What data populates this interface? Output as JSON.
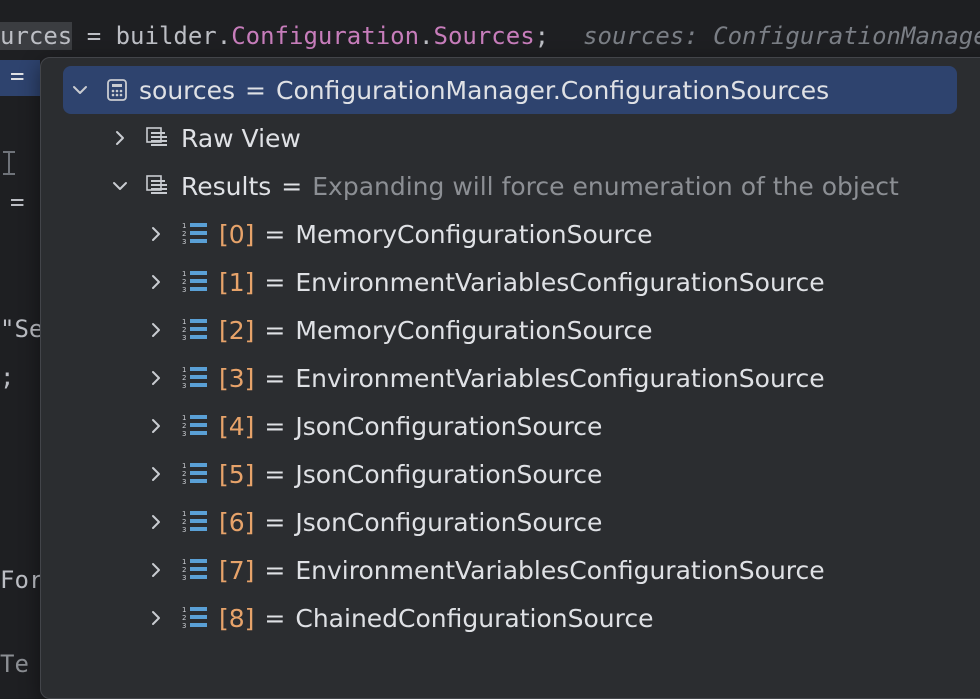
{
  "editor": {
    "line1": {
      "ident": "urces",
      "assign": " = builder.",
      "member1": "Configuration",
      "dot": ".",
      "member2": "Sources",
      "semi": ";",
      "hint": "sources: ConfigurationManager"
    },
    "line2_eq": "=",
    "line4_eq": "=",
    "string_frag": "\"Se",
    "semi_frag": ";",
    "for_frag": "For",
    "te_frag": "Te"
  },
  "popup": {
    "root": {
      "name": "sources",
      "eq": "=",
      "value": "ConfigurationManager.ConfigurationSources"
    },
    "raw_view": {
      "label": "Raw View"
    },
    "results": {
      "label": "Results",
      "eq": "=",
      "hint": "Expanding will force enumeration of the object"
    },
    "items": [
      {
        "index": "[0]",
        "eq": "=",
        "value": "MemoryConfigurationSource"
      },
      {
        "index": "[1]",
        "eq": "=",
        "value": "EnvironmentVariablesConfigurationSource"
      },
      {
        "index": "[2]",
        "eq": "=",
        "value": "MemoryConfigurationSource"
      },
      {
        "index": "[3]",
        "eq": "=",
        "value": "EnvironmentVariablesConfigurationSource"
      },
      {
        "index": "[4]",
        "eq": "=",
        "value": "JsonConfigurationSource"
      },
      {
        "index": "[5]",
        "eq": "=",
        "value": "JsonConfigurationSource"
      },
      {
        "index": "[6]",
        "eq": "=",
        "value": "JsonConfigurationSource"
      },
      {
        "index": "[7]",
        "eq": "=",
        "value": "EnvironmentVariablesConfigurationSource"
      },
      {
        "index": "[8]",
        "eq": "=",
        "value": "ChainedConfigurationSource"
      }
    ]
  },
  "colors": {
    "background": "#1e1f22",
    "popup": "#2b2d30",
    "selection": "#2e436e",
    "index_orange": "#e7a36a",
    "hint_gray": "#8c8f94",
    "member_purple": "#c77dbb"
  },
  "icons": {
    "root": "calculator-object-icon",
    "raw_view": "stack-list-icon",
    "results": "stack-list-icon",
    "item": "numbered-list-icon",
    "expand": "chevron-right-icon",
    "collapse": "chevron-down-icon"
  }
}
